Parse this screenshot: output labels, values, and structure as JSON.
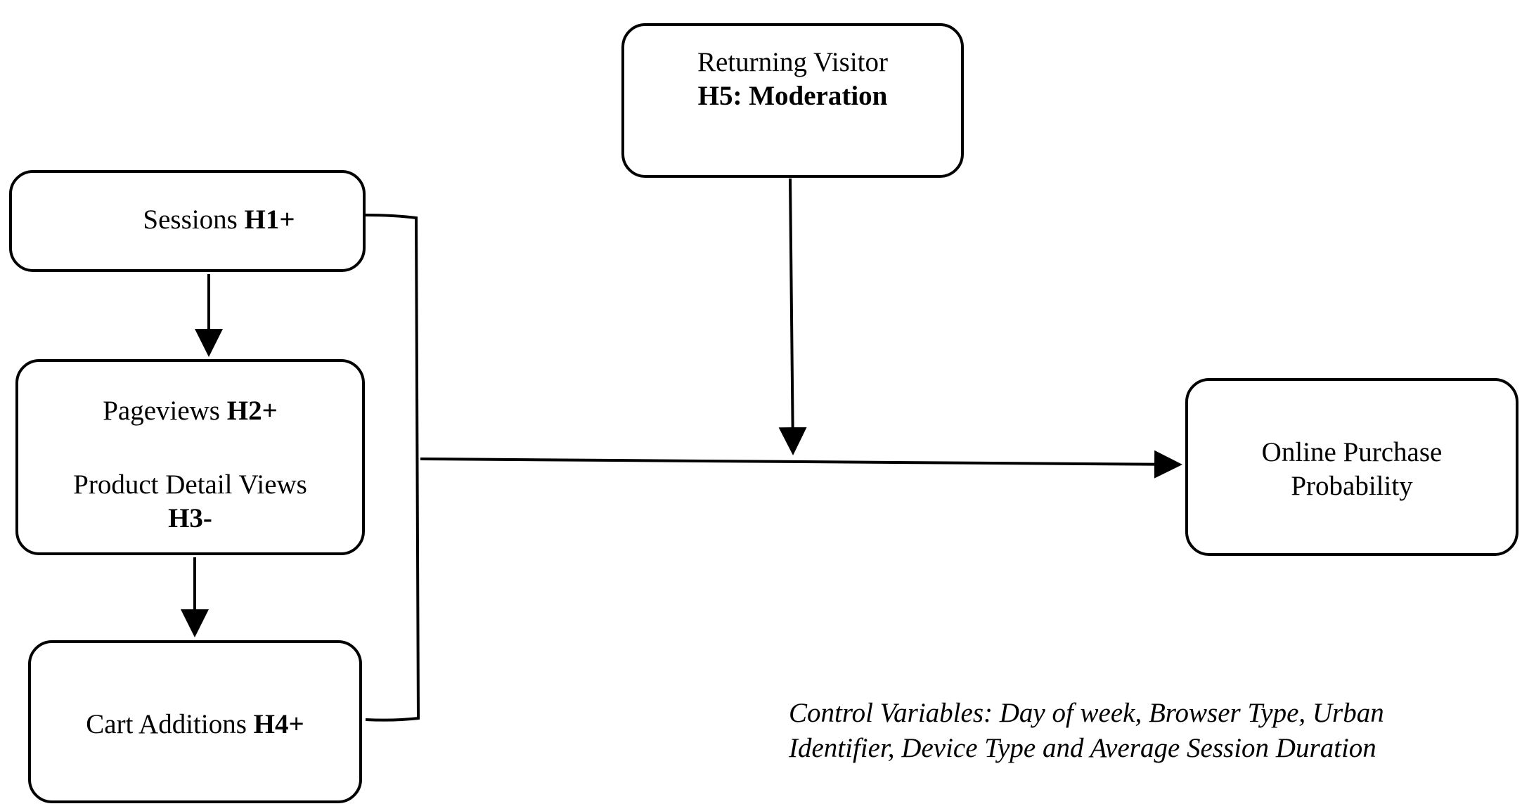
{
  "nodes": {
    "returning_visitor": {
      "label": "Returning Visitor",
      "hypothesis": "H5: Moderation"
    },
    "sessions": {
      "label": "Sessions",
      "hypothesis": "H1+"
    },
    "pageviews": {
      "label": "Pageviews",
      "hypothesis": "H2+",
      "secondary_label": "Product Detail Views",
      "secondary_hypothesis": "H3-"
    },
    "cart_additions": {
      "label": "Cart Additions",
      "hypothesis": "H4+"
    },
    "outcome": {
      "line1": "Online Purchase",
      "line2": "Probability"
    }
  },
  "control_variables": {
    "line1": "Control Variables: Day of week, Browser Type, Urban",
    "line2": "Identifier, Device Type and Average Session Duration"
  },
  "colors": {
    "stroke": "#000000",
    "background": "#ffffff"
  }
}
